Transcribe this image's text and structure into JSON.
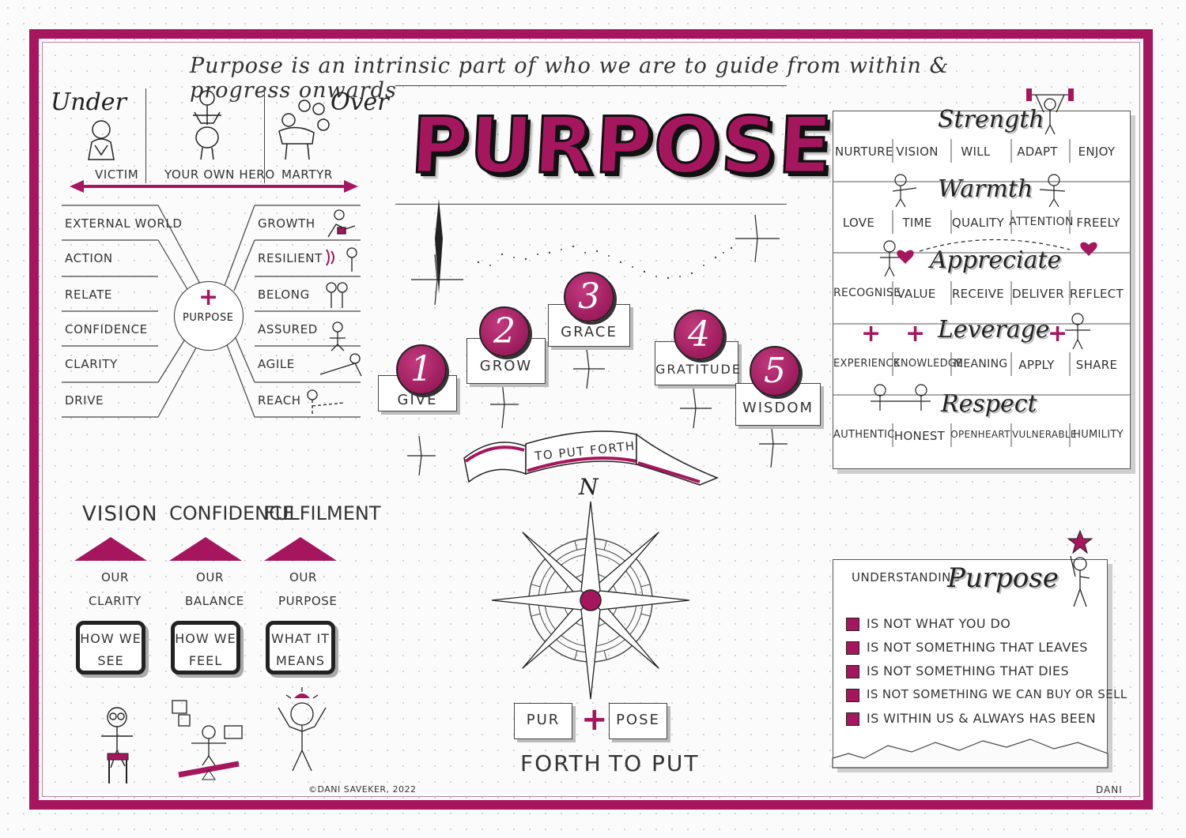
{
  "tagline": "Purpose is an intrinsic part of who we are to guide from within & progress onwards",
  "title": "PURPOSE",
  "spectrum": {
    "under": "Under",
    "over": "Over",
    "labels": [
      "VICTIM",
      "YOUR OWN HERO",
      "MARTYR"
    ]
  },
  "wheel": {
    "center": "PURPOSE",
    "left": [
      "EXTERNAL WORLD",
      "ACTION",
      "RELATE",
      "CONFIDENCE",
      "CLARITY",
      "DRIVE"
    ],
    "right": [
      "GROWTH",
      "RESILIENT",
      "BELONG",
      "ASSURED",
      "AGILE",
      "REACH"
    ]
  },
  "steps": [
    {
      "num": "1",
      "label": "GIVE"
    },
    {
      "num": "2",
      "label": "GROW"
    },
    {
      "num": "3",
      "label": "GRACE"
    },
    {
      "num": "4",
      "label": "GRATITUDE"
    },
    {
      "num": "5",
      "label": "WISDOM"
    }
  ],
  "banner": "TO PUT FORTH",
  "compass": {
    "north": "N"
  },
  "etymology": {
    "left_box": "PUR",
    "right_box": "POSE",
    "left_meaning": "FORTH",
    "right_meaning": "TO PUT"
  },
  "pillars": [
    {
      "heading": "VISION",
      "our": "OUR",
      "sub": "CLARITY",
      "tv_line1": "HOW WE",
      "tv_line2": "SEE"
    },
    {
      "heading": "CONFIDENCE",
      "our": "OUR",
      "sub": "BALANCE",
      "tv_line1": "HOW WE",
      "tv_line2": "FEEL"
    },
    {
      "heading": "FULFILMENT",
      "our": "OUR",
      "sub": "PURPOSE",
      "tv_line1": "WHAT IT",
      "tv_line2": "MEANS"
    }
  ],
  "values_panel": {
    "strength": {
      "heading": "Strength",
      "words": [
        "NURTURE",
        "VISION",
        "WILL",
        "ADAPT",
        "ENJOY"
      ]
    },
    "warmth": {
      "heading": "Warmth",
      "words": [
        "LOVE",
        "TIME",
        "QUALITY",
        "ATTENTION",
        "FREELY"
      ]
    },
    "appreciate": {
      "heading": "Appreciate",
      "words": [
        "RECOGNISE",
        "VALUE",
        "RECEIVE",
        "DELIVER",
        "REFLECT"
      ]
    },
    "leverage": {
      "heading": "Leverage",
      "words": [
        "EXPERIENCE",
        "KNOWLEDGE",
        "MEANING",
        "APPLY",
        "SHARE"
      ]
    },
    "respect": {
      "heading": "Respect",
      "words": [
        "AUTHENTIC",
        "HONEST",
        "OPENHEART",
        "VULNERABLE",
        "HUMILITY"
      ]
    }
  },
  "understanding": {
    "prefix": "UNDERSTANDING",
    "heading": "Purpose",
    "items": [
      "IS NOT WHAT YOU DO",
      "IS NOT SOMETHING THAT LEAVES",
      "IS NOT SOMETHING THAT DIES",
      "IS NOT SOMETHING WE CAN BUY OR SELL",
      "IS WITHIN US & ALWAYS HAS BEEN"
    ]
  },
  "credit": "©DANI SAVEKER, 2022",
  "signature": "DANI",
  "accent_color": "#a6165f"
}
